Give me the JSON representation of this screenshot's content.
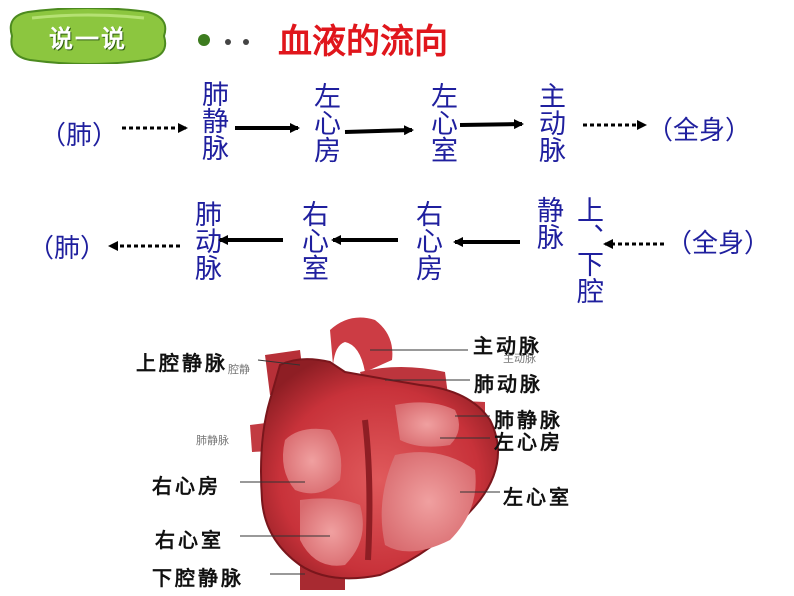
{
  "badge": {
    "text": "说一说"
  },
  "title": "血液的流向",
  "row1": {
    "start": "（肺）",
    "nodes": [
      "肺静脉",
      "左心房",
      "左心室",
      "主动脉"
    ],
    "end": "（全身）"
  },
  "row2": {
    "start": "（全身）",
    "node_vena_a": "静脉",
    "node_vena_b": "上、下腔",
    "nodes": [
      "右心房",
      "右心室",
      "肺动脉"
    ],
    "end": "（肺）"
  },
  "heart_labels": {
    "svc": "上腔静脉",
    "svc_small": "腔静",
    "pv_small": "肺静脉",
    "ra": "右心房",
    "rv": "右心室",
    "ivc": "下腔静脉",
    "aorta": "主动脉",
    "aorta_small": "主动脉",
    "pa": "肺动脉",
    "pv": "肺静脉",
    "la": "左心房",
    "lv": "左心室"
  },
  "colors": {
    "title": "#e0161c",
    "flow_text": "#1f1f9e",
    "badge_fill": "#8cc63f",
    "heart_red": "#c8323a"
  }
}
